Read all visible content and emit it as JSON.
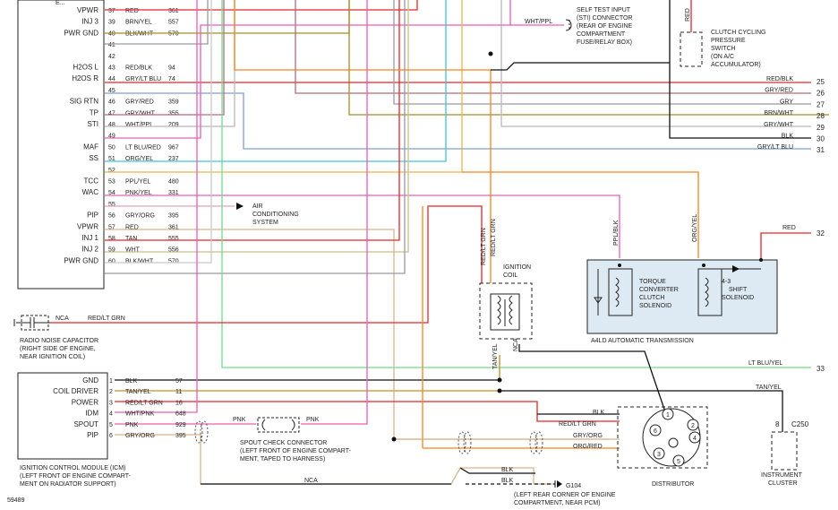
{
  "colors": {
    "red": "#e8242a",
    "orange": "#f7821e",
    "pink": "#e95fb1",
    "cyan": "#3fc7ce",
    "green": "#6fdc8c",
    "olive": "#a58f28",
    "yellow": "#e3b64a",
    "tan": "#d8b58c",
    "gray": "#9a9aa0",
    "blue_gray": "#7f9fd6",
    "black": "#111111",
    "box_fill": "#dde9f3"
  },
  "pcm_pins": [
    {
      "label": "VPWR",
      "pin": "37",
      "wire": "RED",
      "circuit": "361"
    },
    {
      "label": "INJ 3",
      "pin": "39",
      "wire": "BRN/YEL",
      "circuit": "557"
    },
    {
      "label": "PWR GND",
      "pin": "40",
      "wire": "BLK/WHT",
      "circuit": "570"
    },
    {
      "label": "",
      "pin": "41",
      "wire": "",
      "circuit": ""
    },
    {
      "label": "",
      "pin": "42",
      "wire": "",
      "circuit": ""
    },
    {
      "label": "H2OS L",
      "pin": "43",
      "wire": "RED/BLK",
      "circuit": "94"
    },
    {
      "label": "H2OS R",
      "pin": "44",
      "wire": "GRY/LT BLU",
      "circuit": "74"
    },
    {
      "label": "",
      "pin": "45",
      "wire": "",
      "circuit": ""
    },
    {
      "label": "SIG RTN",
      "pin": "46",
      "wire": "GRY/RED",
      "circuit": "359"
    },
    {
      "label": "TP",
      "pin": "47",
      "wire": "GRY/WHT",
      "circuit": "355"
    },
    {
      "label": "STI",
      "pin": "48",
      "wire": "WHT/PPL",
      "circuit": "209"
    },
    {
      "label": "",
      "pin": "49",
      "wire": "",
      "circuit": ""
    },
    {
      "label": "MAF",
      "pin": "50",
      "wire": "LT BLU/RED",
      "circuit": "967"
    },
    {
      "label": "SS",
      "pin": "51",
      "wire": "ORG/YEL",
      "circuit": "237"
    },
    {
      "label": "",
      "pin": "52",
      "wire": "",
      "circuit": ""
    },
    {
      "label": "TCC",
      "pin": "53",
      "wire": "PPL/YEL",
      "circuit": "480"
    },
    {
      "label": "WAC",
      "pin": "54",
      "wire": "PNK/YEL",
      "circuit": "331"
    },
    {
      "label": "",
      "pin": "55",
      "wire": "",
      "circuit": ""
    },
    {
      "label": "PIP",
      "pin": "56",
      "wire": "GRY/ORG",
      "circuit": "395"
    },
    {
      "label": "VPWR",
      "pin": "57",
      "wire": "RED",
      "circuit": "361"
    },
    {
      "label": "INJ 1",
      "pin": "58",
      "wire": "TAN",
      "circuit": "555"
    },
    {
      "label": "INJ 2",
      "pin": "59",
      "wire": "WHT",
      "circuit": "556"
    },
    {
      "label": "PWR GND",
      "pin": "60",
      "wire": "BLK/WHT",
      "circuit": "570"
    }
  ],
  "icm_pins": [
    {
      "label": "GND",
      "pin": "1",
      "wire": "BLK",
      "circuit": "57"
    },
    {
      "label": "COIL DRIVER",
      "pin": "2",
      "wire": "TAN/YEL",
      "circuit": "11"
    },
    {
      "label": "POWER",
      "pin": "3",
      "wire": "RED/LT GRN",
      "circuit": "16"
    },
    {
      "label": "IDM",
      "pin": "4",
      "wire": "WHT/PNK",
      "circuit": "648"
    },
    {
      "label": "SPOUT",
      "pin": "5",
      "wire": "PNK",
      "circuit": "929"
    },
    {
      "label": "PIP",
      "pin": "6",
      "wire": "GRY/ORG",
      "circuit": "395"
    }
  ],
  "icm_caption": [
    "IGNITION CONTROL MODULE (ICM)",
    "(LEFT FRONT OF ENGINE COMPART-",
    "MENT ON RADIATOR SUPPORT)"
  ],
  "right_pins": [
    {
      "wire": "RED/BLK",
      "pin": "25"
    },
    {
      "wire": "GRY/RED",
      "pin": "26"
    },
    {
      "wire": "GRY",
      "pin": "27"
    },
    {
      "wire": "BRN/WHT",
      "pin": "28"
    },
    {
      "wire": "GRY/WHT",
      "pin": "29"
    },
    {
      "wire": "BLK",
      "pin": "30"
    },
    {
      "wire": "GRY/LT BLU",
      "pin": "31"
    }
  ],
  "sti": {
    "wire": "WHT/PPL",
    "caption": [
      "SELF TEST INPUT",
      "(STI) CONNECTOR",
      "(REAR OF ENGINE",
      "COMPARTMENT",
      "FUSE/RELAY BOX)"
    ]
  },
  "clutch": {
    "wire": "RED",
    "caption": [
      "CLUTCH CYCLING",
      "PRESSURE",
      "SWITCH",
      "(ON A/C",
      "ACCUMULATOR)"
    ]
  },
  "ac": {
    "caption": [
      "AIR",
      "CONDITIONING",
      "SYSTEM"
    ]
  },
  "coil": {
    "title": [
      "IGNITION",
      "COIL"
    ],
    "wire_a": "RED/LT GRN",
    "wire_b": "RED/LT GRN",
    "wire_c": "TAN/YEL",
    "wire_d": "NCA"
  },
  "trans": {
    "title": "A4LD AUTOMATIC TRANSMISSION",
    "tcc": [
      "TORQUE",
      "CONVERTER",
      "CLUTCH",
      "SOLENOID"
    ],
    "shift": [
      "4-3",
      "SHIFT",
      "SOLENOID"
    ],
    "wire_tcc": "PPL/BLK",
    "wire_ss": "ORG/YEL",
    "wire_red": "RED",
    "pin": "32"
  },
  "capacitor": {
    "wire_nca": "NCA",
    "wire": "RED/LT GRN",
    "caption": [
      "RADIO NOISE CAPACITOR",
      "(RIGHT SIDE OF ENGINE,",
      "NEAR IGNITION COIL)"
    ]
  },
  "lt_blu": {
    "wire": "LT BLU/YEL",
    "pin": "33"
  },
  "spout": {
    "wire_left": "PNK",
    "wire_right": "PNK",
    "caption": [
      "SPOUT CHECK CONNECTOR",
      "(LEFT FRONT OF ENGINE COMPART-",
      "MENT, TAPED TO HARNESS)"
    ]
  },
  "distributor": {
    "title": "DISTRIBUTOR",
    "pins": [
      "1",
      "2",
      "3",
      "4",
      "5",
      "6"
    ],
    "wire_blk": "BLK",
    "wire_redgrn": "RED/LT GRN",
    "wire_gryorg": "GRY/ORG",
    "wire_orgred": "ORG/RED"
  },
  "cluster": {
    "wire": "TAN/YEL",
    "pin": "8",
    "connector": "C250",
    "caption": [
      "INSTRUMENT",
      "CLUSTER"
    ]
  },
  "ground": {
    "name": "G104",
    "wire1": "BLK",
    "wire2": "BLK",
    "wire_nca": "NCA",
    "caption": [
      "(LEFT REAR CORNER OF ENGINE",
      "COMPARTMENT, NEAR PCM)"
    ]
  },
  "figure_id": "59489",
  "pcm_partial_top": "E..."
}
